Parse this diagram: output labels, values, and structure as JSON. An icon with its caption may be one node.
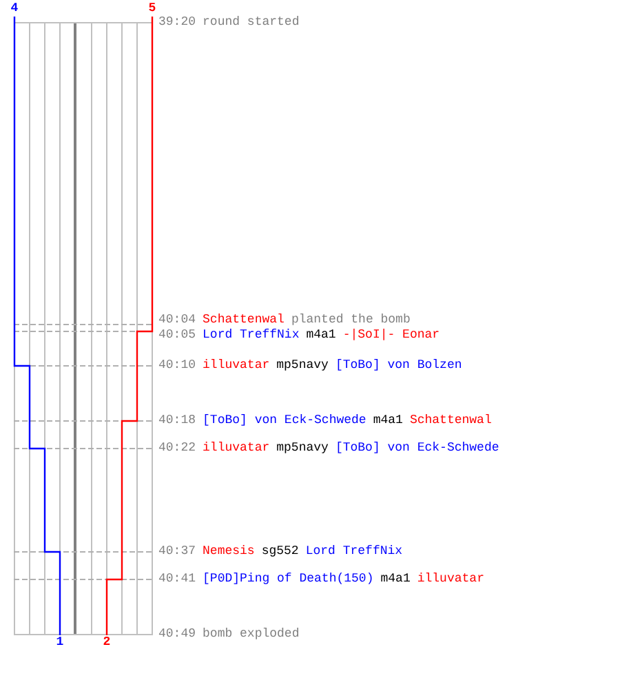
{
  "diagram": {
    "labels": [
      "4",
      "5",
      "39:20",
      "round started",
      "40:04",
      "Schattenwal",
      "planted the bomb",
      "40:05",
      "Lord TreffNix",
      "m4a1",
      "-|SoI|- Eonar",
      "40:10",
      "illuvatar",
      "mp5navy",
      "[ToBo] von Bolzen",
      "40:18",
      "[ToBo] von Eck-Schwede",
      "m4a1",
      "Schattenwal",
      "40:22",
      "illuvatar",
      "mp5navy",
      "[ToBo] von Eck-Schwede",
      "40:37",
      "Nemesis",
      "sg552",
      "Lord TreffNix",
      "40:41",
      "[P0D]Ping of Death(150)",
      "m4a1",
      "illuvatar",
      "40:49",
      "bomb exploded",
      "1",
      "2"
    ]
  }
}
